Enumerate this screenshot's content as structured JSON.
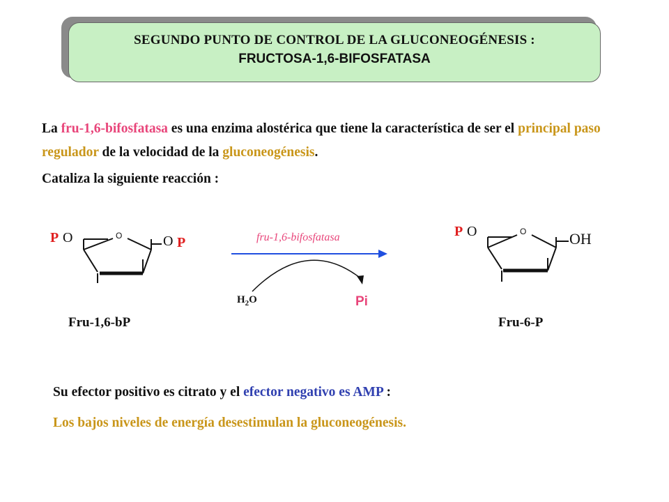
{
  "title": {
    "line1": "SEGUNDO PUNTO DE CONTROL DE LA GLUCONEOGÉNESIS :",
    "line2": "FRUCTOSA-1,6-BIFOSFATASA"
  },
  "intro": {
    "t1": "La ",
    "t2": "fru-1,6-bifosfatasa",
    "t3": " es una enzima alostérica que tiene la característica de ser el ",
    "t4": "principal paso regulador",
    "t5": " de la velocidad de la ",
    "t6": "gluconeogénesis",
    "t7": "."
  },
  "catalyzes": "Cataliza la siguiente reacción :",
  "reaction": {
    "enzyme": "fru-1,6-bifosfatasa",
    "water": "H",
    "water_sub": "2",
    "water_o": "O",
    "product_pi": "Pi",
    "substrate_label": "Fru-1,6-bP",
    "product_label": "Fru-6-P",
    "p_left": "P",
    "o_left": "O",
    "ring_o": "O",
    "o_right": "O",
    "p_right": "P",
    "p_prod": "P",
    "o_prod": "O",
    "oh_prod": "OH"
  },
  "effector": {
    "t1": "Su efector positivo es citrato y el ",
    "t2": "efector negativo es AMP",
    "t3": " :"
  },
  "conclusion": "Los bajos niveles de energía desestimulan la gluconeogénesis.",
  "colors": {
    "title_bg": "#c8f0c4",
    "pink": "#e8457a",
    "gold": "#c9961a",
    "blue": "#3040b0",
    "arrow": "#1f4fe0"
  }
}
